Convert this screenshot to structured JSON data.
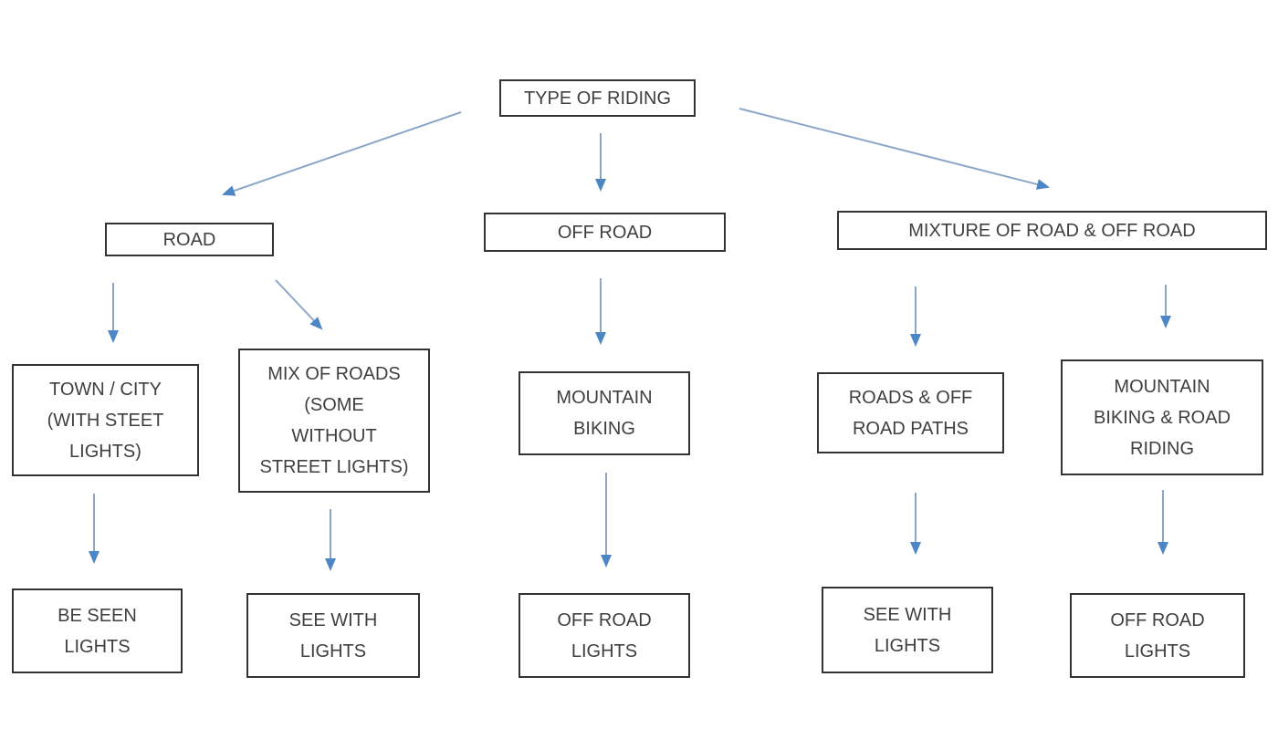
{
  "diagram": {
    "title": "TYPE OF RIDING flowchart",
    "type": "flowchart"
  },
  "nodes": {
    "type_of_riding": {
      "label": "TYPE OF RIDING"
    },
    "road": {
      "label": "ROAD"
    },
    "off_road": {
      "label": "OFF ROAD"
    },
    "mixture": {
      "label": "MIXTURE OF ROAD & OFF ROAD"
    },
    "town_city": {
      "label": "TOWN / CITY\n(WITH STEET\nLIGHTS)"
    },
    "mix_of_roads": {
      "label": "MIX OF ROADS\n(SOME\nWITHOUT\nSTREET LIGHTS)"
    },
    "mountain_biking": {
      "label": "MOUNTAIN\nBIKING"
    },
    "roads_off_road_paths": {
      "label": "ROADS & OFF\nROAD PATHS"
    },
    "mtb_road_riding": {
      "label": "MOUNTAIN\nBIKING & ROAD\nRIDING"
    },
    "be_seen_lights": {
      "label": "BE SEEN\nLIGHTS"
    },
    "see_with_lights_road": {
      "label": "SEE WITH\nLIGHTS"
    },
    "off_road_lights_offroad": {
      "label": "OFF ROAD\nLIGHTS"
    },
    "see_with_lights_mixture": {
      "label": "SEE WITH\nLIGHTS"
    },
    "off_road_lights_mixture": {
      "label": "OFF ROAD\nLIGHTS"
    }
  },
  "edges": [
    {
      "from": "type_of_riding",
      "to": "road"
    },
    {
      "from": "type_of_riding",
      "to": "off_road"
    },
    {
      "from": "type_of_riding",
      "to": "mixture"
    },
    {
      "from": "road",
      "to": "town_city"
    },
    {
      "from": "road",
      "to": "mix_of_roads"
    },
    {
      "from": "off_road",
      "to": "mountain_biking"
    },
    {
      "from": "mixture",
      "to": "roads_off_road_paths"
    },
    {
      "from": "mixture",
      "to": "mtb_road_riding"
    },
    {
      "from": "town_city",
      "to": "be_seen_lights"
    },
    {
      "from": "mix_of_roads",
      "to": "see_with_lights_road"
    },
    {
      "from": "mountain_biking",
      "to": "off_road_lights_offroad"
    },
    {
      "from": "roads_off_road_paths",
      "to": "see_with_lights_mixture"
    },
    {
      "from": "mtb_road_riding",
      "to": "off_road_lights_mixture"
    }
  ],
  "colors": {
    "arrow_shaft": "#8CA6C8",
    "arrow_head": "#4C86C4",
    "box_border": "#333333",
    "text": "#3F3F3F",
    "background": "#FFFFFF"
  }
}
